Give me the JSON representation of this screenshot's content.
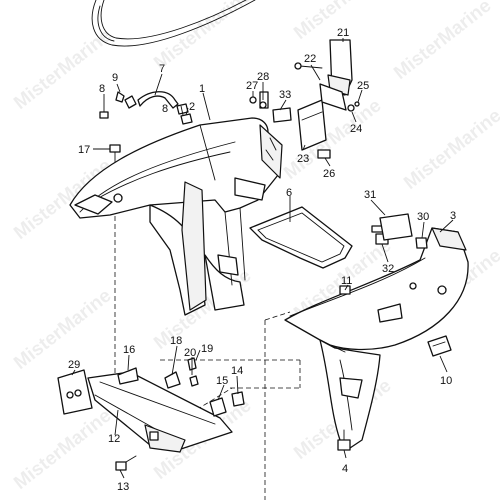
{
  "watermark": "MisterMarine",
  "callouts": [
    "1",
    "2",
    "3",
    "4",
    "6",
    "7",
    "8",
    "8",
    "9",
    "10",
    "11",
    "12",
    "13",
    "14",
    "15",
    "16",
    "17",
    "18",
    "19",
    "20",
    "21",
    "22",
    "23",
    "24",
    "25",
    "26",
    "27",
    "28",
    "29",
    "30",
    "31",
    "32",
    "33"
  ]
}
